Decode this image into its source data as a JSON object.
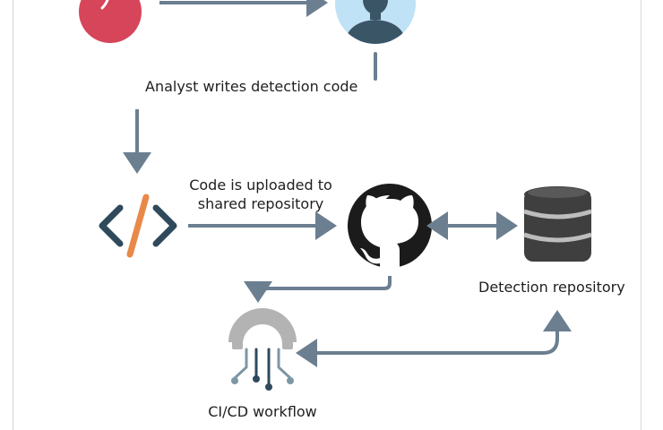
{
  "diagram": {
    "labels": {
      "analyst_step": "Analyst writes detection code",
      "upload_step_line1": "Code is uploaded to",
      "upload_step_line2": "shared repository",
      "detection_repository": "Detection repository",
      "cicd_workflow": "CI/CD workflow"
    },
    "nodes": [
      {
        "id": "alert",
        "icon": "red-circle-icon"
      },
      {
        "id": "analyst",
        "icon": "analyst-avatar-icon"
      },
      {
        "id": "code",
        "icon": "code-icon"
      },
      {
        "id": "github",
        "icon": "github-icon"
      },
      {
        "id": "database",
        "icon": "database-icon"
      },
      {
        "id": "cicd",
        "icon": "gear-circuit-icon"
      }
    ],
    "colors": {
      "arrow": "#6b7f90",
      "alert_red": "#d6455a",
      "avatar_bg": "#bfe2f6",
      "avatar_fg": "#3a5566",
      "code_dark": "#2f4a5c",
      "code_slash": "#e8894a",
      "github_black": "#1b1b1b",
      "db_dark": "#3f3f3f",
      "db_mid": "#bdbdbd",
      "gear_gray": "#b3b3b3",
      "circuit_teal": "#2f4a5c",
      "circuit_light": "#7d97a4"
    }
  }
}
